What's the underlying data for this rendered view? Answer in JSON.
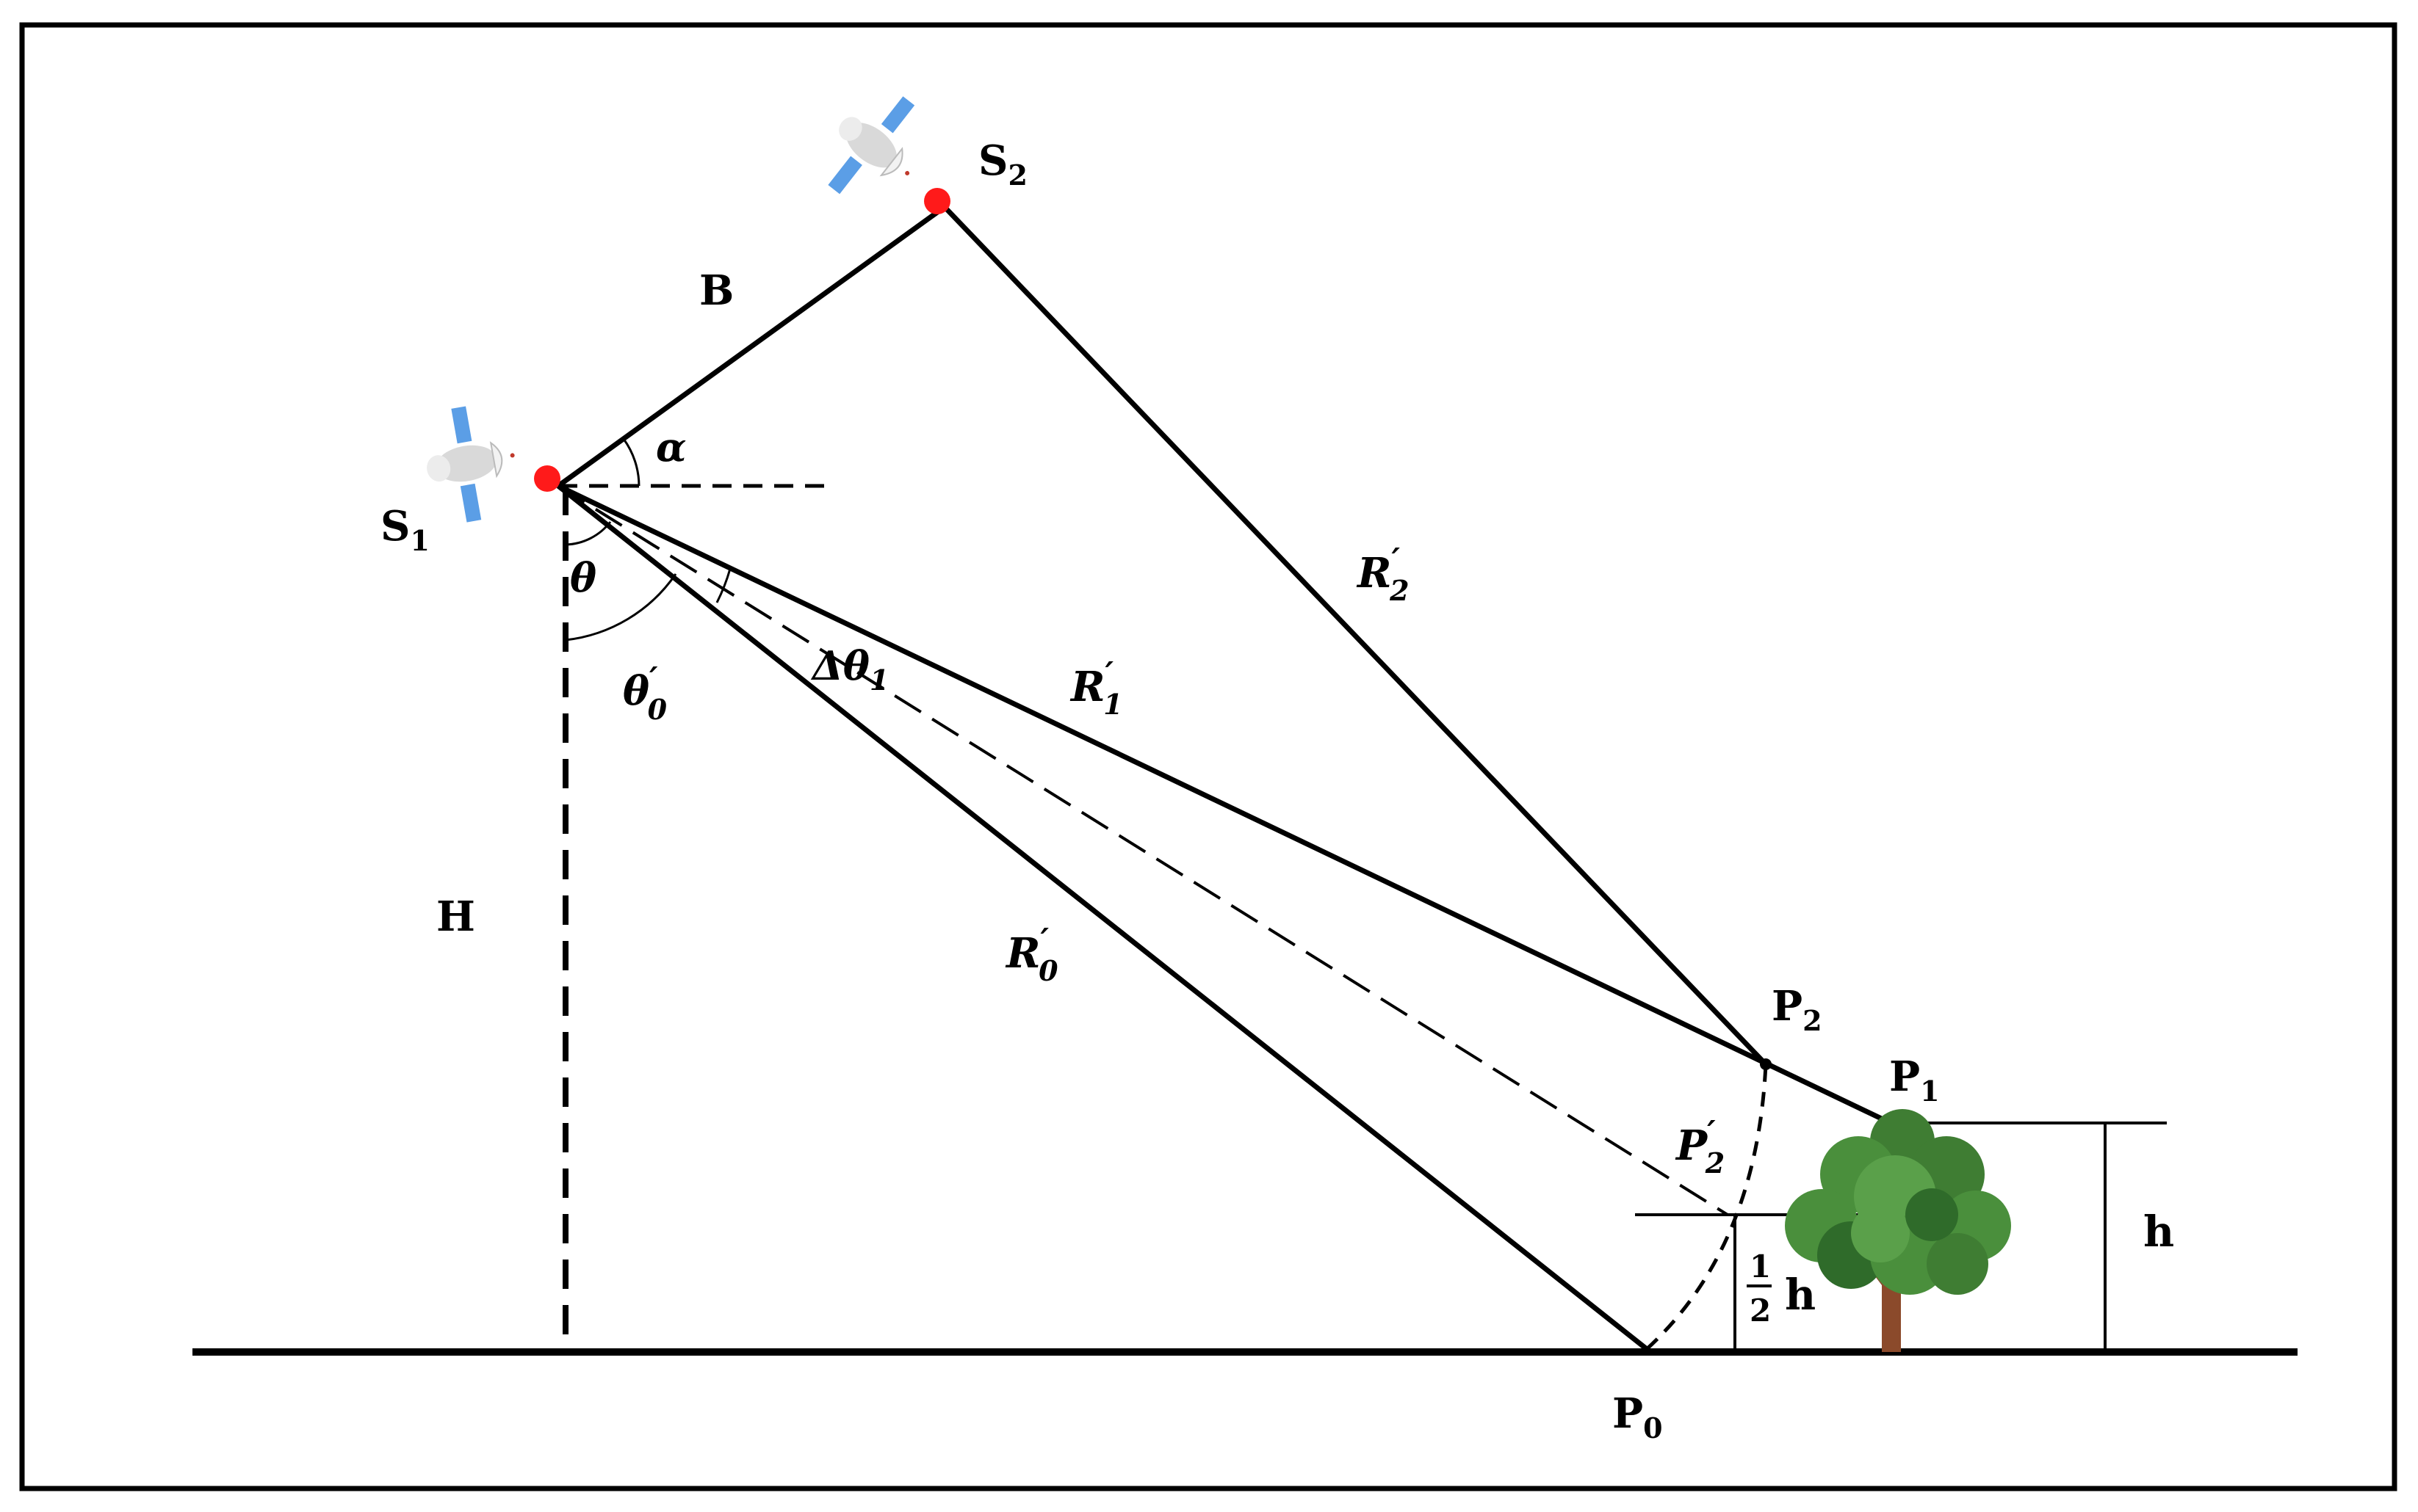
{
  "labels": {
    "s1": "S",
    "s1_sub": "1",
    "s2": "S",
    "s2_sub": "2",
    "baseline": "B",
    "alpha": "α",
    "theta": "θ",
    "theta0_main": "θ",
    "theta0_prime": "′",
    "theta0_sub": "0",
    "delta_theta_main": "Δθ",
    "delta_theta_sub": "1",
    "height_H": "H",
    "r0_main": "R",
    "r0_prime": "′",
    "r0_sub": "0",
    "r1_main": "R",
    "r1_prime": "′",
    "r1_sub": "1",
    "r2_main": "R",
    "r2_prime": "′",
    "r2_sub": "2",
    "p0": "P",
    "p0_sub": "0",
    "p1": "P",
    "p1_sub": "1",
    "p2": "P",
    "p2_sub": "2",
    "p2prime_main": "P",
    "p2prime_prime": "′",
    "p2prime_sub": "2",
    "h_full": "h",
    "half_num": "1",
    "half_den": "2",
    "half_h": "h"
  },
  "colors": {
    "satellite_point": "#ff1a1a",
    "tree_foliage": "#4a8f3c",
    "tree_foliage_dark": "#2f6b2a",
    "tree_trunk": "#8b4a2b",
    "solar_panel": "#5b9ee6",
    "satellite_body": "#d9d9d9"
  },
  "icons": {
    "satellite_1": "satellite-icon",
    "satellite_2": "satellite-icon",
    "tree": "tree-icon"
  }
}
